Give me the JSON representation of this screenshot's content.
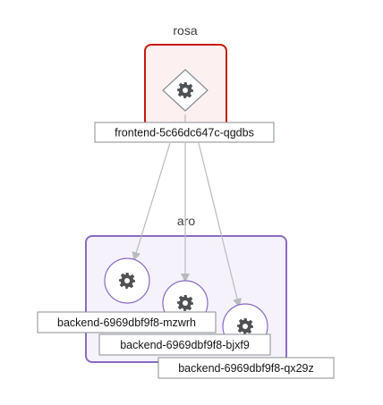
{
  "groups": {
    "rosa": {
      "title": "rosa",
      "border_color": "#c9190b",
      "fill_color": "#fdf0f0"
    },
    "aro": {
      "title": "aro",
      "border_color": "#8a6bc4",
      "fill_color": "#f6f2fc"
    }
  },
  "nodes": {
    "frontend": {
      "label": "frontend-5c66dc647c-qgdbs",
      "shape": "diamond",
      "icon": "gear-icon"
    },
    "backend_1": {
      "label": "backend-6969dbf9f8-mzwrh",
      "shape": "circle",
      "icon": "gear-icon"
    },
    "backend_2": {
      "label": "backend-6969dbf9f8-bjxf9",
      "shape": "circle",
      "icon": "gear-icon"
    },
    "backend_3": {
      "label": "backend-6969dbf9f8-qx29z",
      "shape": "circle",
      "icon": "gear-icon"
    }
  },
  "edges": [
    {
      "from": "frontend",
      "to": "backend_1"
    },
    {
      "from": "frontend",
      "to": "backend_2"
    },
    {
      "from": "frontend",
      "to": "backend_3"
    }
  ],
  "colors": {
    "edge": "#b8bbbe",
    "node_fill": "#ffffff",
    "node_border": "#8a8d90",
    "icon": "#4f5255",
    "label_border": "#8a8d90"
  }
}
